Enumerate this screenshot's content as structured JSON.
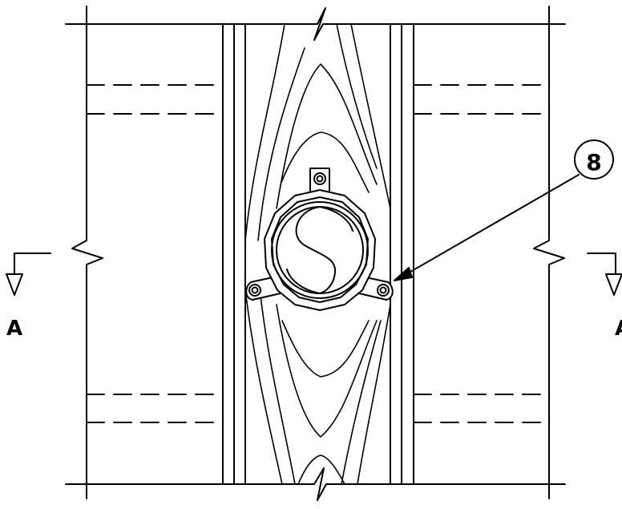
{
  "drawing": {
    "section_cut_label_left": "A",
    "section_cut_label_right": "A",
    "callout_number": "8",
    "line_color": "#000000",
    "background_color": "#ffffff"
  }
}
